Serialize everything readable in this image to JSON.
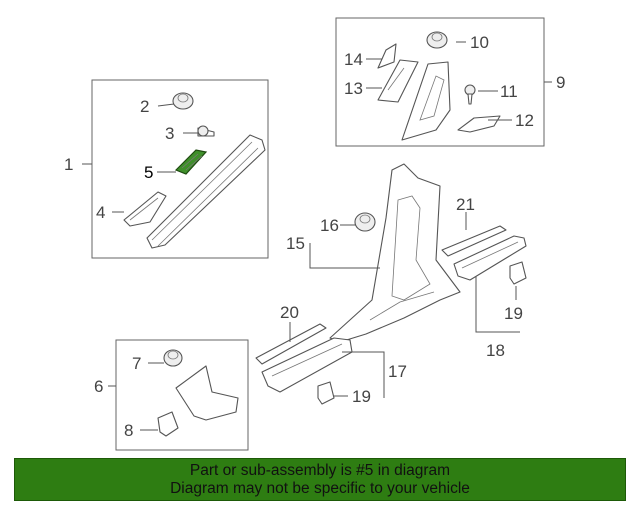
{
  "callouts": {
    "c1": "1",
    "c2": "2",
    "c3": "3",
    "c4": "4",
    "c5": "5",
    "c6": "6",
    "c7": "7",
    "c8": "8",
    "c9": "9",
    "c10": "10",
    "c11": "11",
    "c12": "12",
    "c13": "13",
    "c14": "14",
    "c15": "15",
    "c16": "16",
    "c17": "17",
    "c18": "18",
    "c19a": "19",
    "c19b": "19",
    "c20": "20",
    "c21": "21"
  },
  "colors": {
    "highlight_part": "#3f8f2a",
    "banner_bg": "#2e7d12"
  },
  "banner": {
    "line1": "Part or sub-assembly is #5 in diagram",
    "line2": "Diagram may not be specific to your vehicle"
  }
}
